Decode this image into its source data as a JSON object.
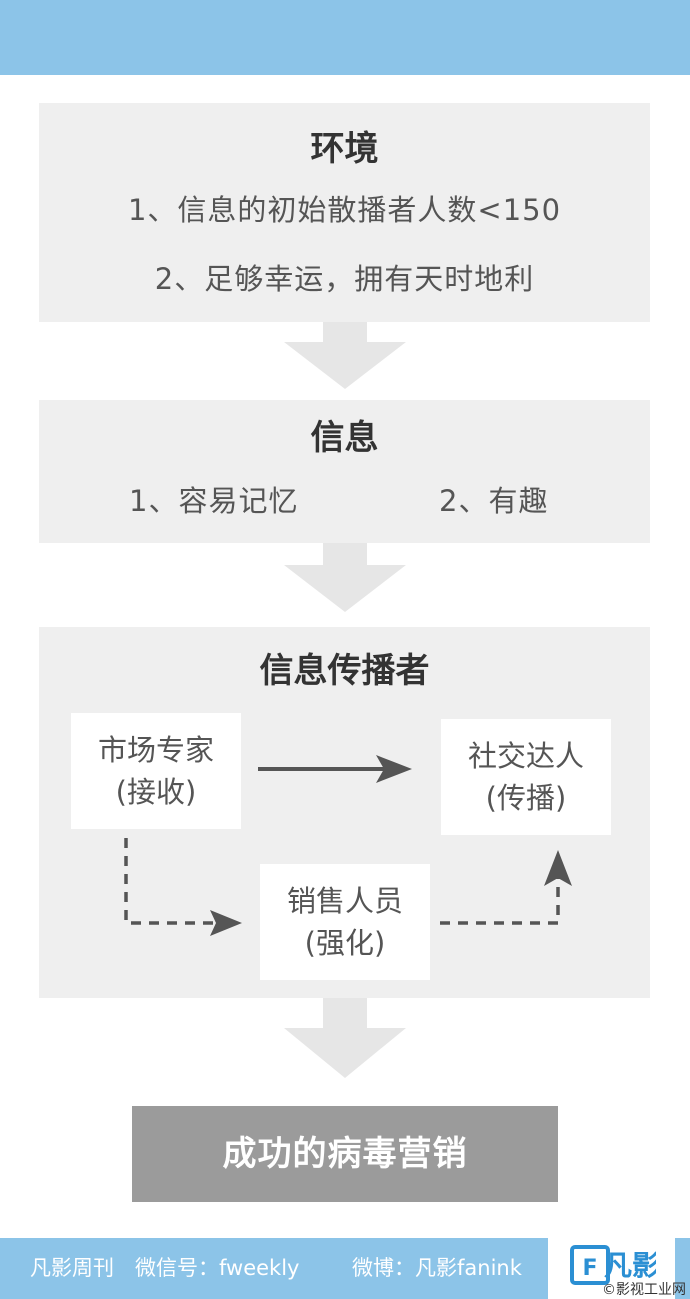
{
  "env": {
    "title": "环境",
    "items": [
      "1、信息的初始散播者人数<150",
      "2、足够幸运，拥有天时地利"
    ]
  },
  "info": {
    "title": "信息",
    "items": [
      "1、容易记忆",
      "2、有趣"
    ]
  },
  "spreaders": {
    "title": "信息传播者",
    "market_expert": [
      "市场专家",
      "(接收)"
    ],
    "social_hub": [
      "社交达人",
      "(传播)"
    ],
    "salesperson": [
      "销售人员",
      "(强化)"
    ]
  },
  "outcome": "成功的病毒营销",
  "footer": {
    "brand": "凡影周刊",
    "wechat": "微信号：fweekly",
    "weibo": "微博：凡影fanink",
    "logo_text": "凡影",
    "logo_letter": "F",
    "watermark": "©影视工业网"
  },
  "colors": {
    "accent_blue": "#8cc4e8",
    "panel_gray": "#efefef",
    "arrow_gray": "#e6e6e6",
    "outcome_gray": "#9b9b9b",
    "connector": "#555555"
  },
  "icons": [
    "down-arrow-icon",
    "right-arrow-icon",
    "dashed-elbow-arrow-icon",
    "logo-icon"
  ]
}
